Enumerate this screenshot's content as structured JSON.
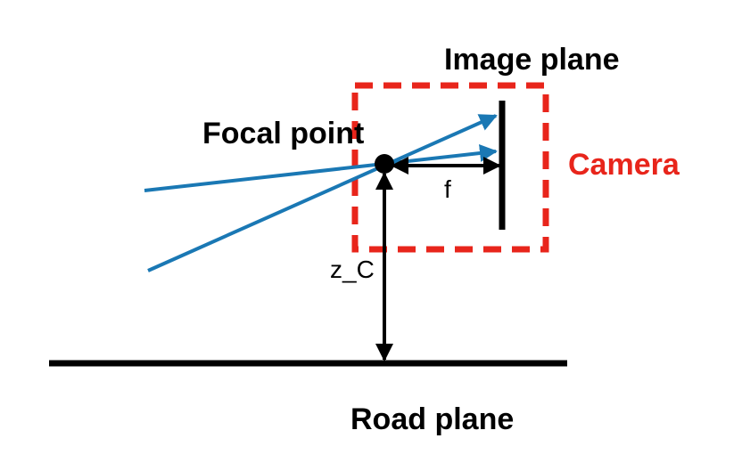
{
  "diagram": {
    "labels": {
      "image_plane": "Image plane",
      "focal_point": "Focal point",
      "camera": "Camera",
      "focal_length": "f",
      "camera_height": "z_C",
      "road_plane": "Road plane"
    },
    "colors": {
      "camera_box": "#e8251b",
      "camera_label": "#e8251b",
      "rays": "#1a78b4",
      "lines": "#000000",
      "text": "#000000"
    }
  }
}
